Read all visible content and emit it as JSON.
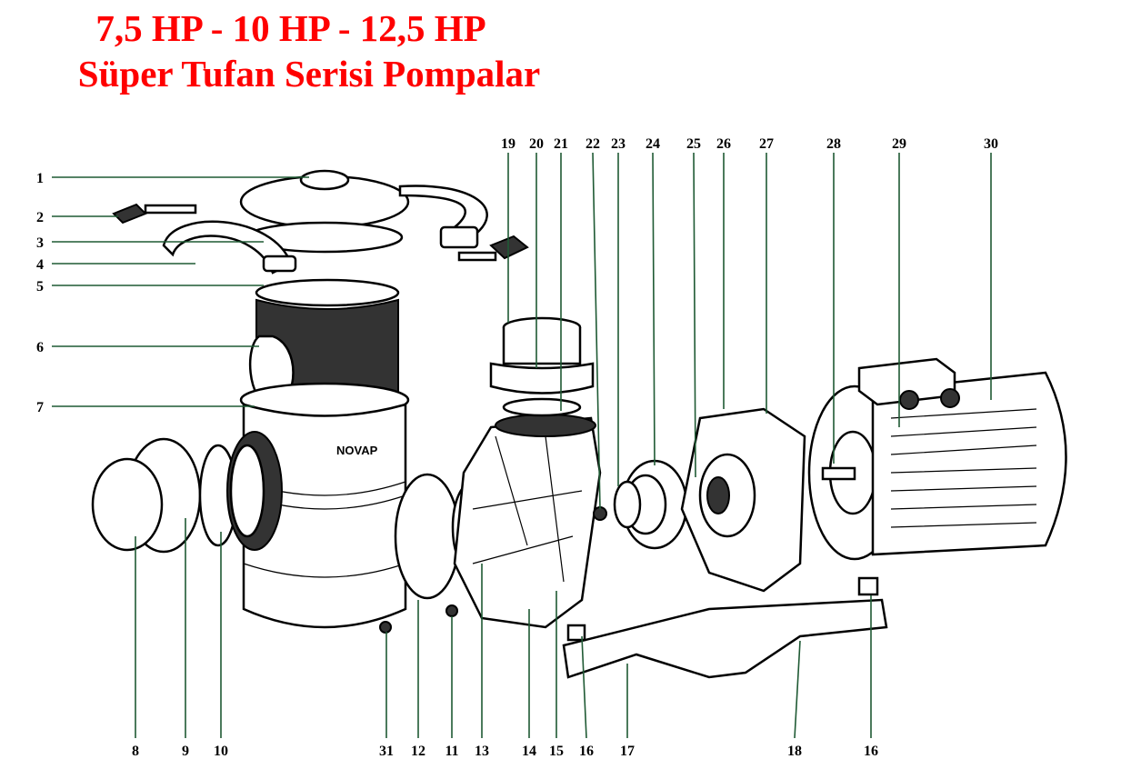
{
  "title": {
    "line1": "7,5 HP - 10 HP - 12,5 HP",
    "line2": "Süper Tufan Serisi Pompalar"
  },
  "labels_left": [
    "1",
    "2",
    "3",
    "4",
    "5",
    "6",
    "7"
  ],
  "labels_top": [
    "19",
    "20",
    "21",
    "22",
    "23",
    "24",
    "25",
    "26",
    "27",
    "28",
    "29",
    "30"
  ],
  "labels_bottom": [
    "8",
    "9",
    "10",
    "31",
    "12",
    "11",
    "13",
    "14",
    "15",
    "16",
    "17",
    "18",
    "16"
  ],
  "colors": {
    "title": "#ff0000",
    "leader": "#1f5a34"
  }
}
